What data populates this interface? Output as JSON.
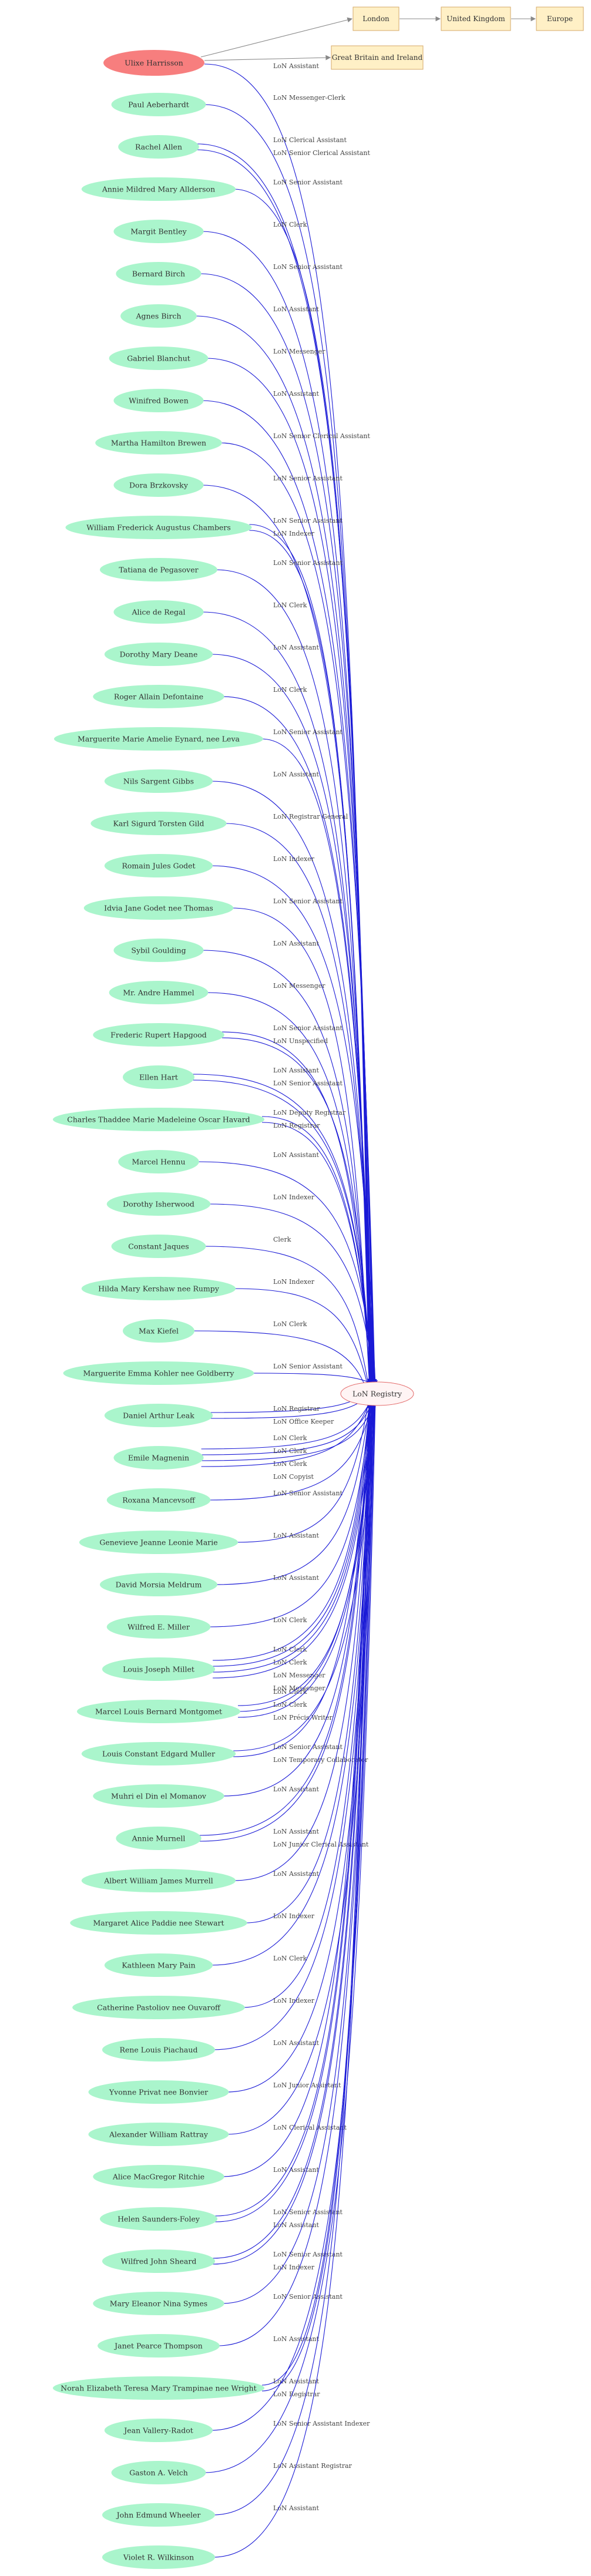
{
  "colors": {
    "person": "#aaf5cc",
    "person_root": "#f77e7e",
    "place_fill": "#fff0c6",
    "place_stroke": "#d4a96a",
    "target_fill": "#fff4f4",
    "target_stroke": "#e36a6a",
    "edge": "#1a1ad6",
    "edge_grey": "#888888"
  },
  "root_person": "Ulixe Harrisson",
  "places": [
    "London",
    "United Kingdom",
    "Europe",
    "Great Britain and Ireland"
  ],
  "target": "LoN Registry",
  "root_edge_label": "LoN Assistant",
  "people": [
    {
      "name": "Paul Aeberhardt",
      "roles": [
        "LoN Messenger-Clerk"
      ]
    },
    {
      "name": "Rachel Allen",
      "roles": [
        "LoN Clerical Assistant",
        "LoN Senior Clerical Assistant"
      ]
    },
    {
      "name": "Annie Mildred Mary Allderson",
      "roles": [
        "LoN Senior Assistant"
      ]
    },
    {
      "name": "Margit Bentley",
      "roles": [
        "LoN Clerk"
      ]
    },
    {
      "name": "Bernard Birch",
      "roles": [
        "LoN Senior Assistant"
      ]
    },
    {
      "name": "Agnes Birch",
      "roles": [
        "LoN Assistant"
      ]
    },
    {
      "name": "Gabriel Blanchut",
      "roles": [
        "LoN Messenger"
      ]
    },
    {
      "name": "Winifred Bowen",
      "roles": [
        "LoN Assistant"
      ]
    },
    {
      "name": "Martha Hamilton Brewen",
      "roles": [
        "LoN Senior Clerical Assistant"
      ]
    },
    {
      "name": "Dora Brzkovsky",
      "roles": [
        "LoN Senior Assistant"
      ]
    },
    {
      "name": "William Frederick Augustus Chambers",
      "roles": [
        "LoN Senior Assistant",
        "LoN Indexer"
      ]
    },
    {
      "name": "Tatiana de Pegasover",
      "roles": [
        "LoN Senior Assistant"
      ]
    },
    {
      "name": "Alice de Regal",
      "roles": [
        "LoN Clerk"
      ]
    },
    {
      "name": "Dorothy Mary Deane",
      "roles": [
        "LoN Assistant"
      ]
    },
    {
      "name": "Roger Allain Defontaine",
      "roles": [
        "LoN Clerk"
      ]
    },
    {
      "name": "Marguerite Marie Amelie Eynard, nee Leva",
      "roles": [
        "LoN Senior Assistant"
      ]
    },
    {
      "name": "Nils Sargent Gibbs",
      "roles": [
        "LoN Assistant"
      ]
    },
    {
      "name": "Karl Sigurd Torsten Gild",
      "roles": [
        "LoN Registrar General"
      ]
    },
    {
      "name": "Romain Jules Godet",
      "roles": [
        "LoN Indexer"
      ]
    },
    {
      "name": "Idvia Jane Godet nee Thomas",
      "roles": [
        "LoN Senior Assistant"
      ]
    },
    {
      "name": "Sybil Goulding",
      "roles": [
        "LoN Assistant"
      ]
    },
    {
      "name": "Mr. Andre Hammel",
      "roles": [
        "LoN Messenger"
      ]
    },
    {
      "name": "Frederic Rupert Hapgood",
      "roles": [
        "LoN Senior Assistant",
        "LoN Unspecified"
      ]
    },
    {
      "name": "Ellen Hart",
      "roles": [
        "LoN Assistant",
        "LoN Senior Assistant"
      ]
    },
    {
      "name": "Charles Thaddee Marie Madeleine Oscar Havard",
      "roles": [
        "LoN Deputy Registrar",
        "LoN Registrar"
      ]
    },
    {
      "name": "Marcel Hennu",
      "roles": [
        "LoN Assistant"
      ]
    },
    {
      "name": "Dorothy Isherwood",
      "roles": [
        "LoN Indexer"
      ]
    },
    {
      "name": "Constant Jaques",
      "roles": [
        "Clerk"
      ]
    },
    {
      "name": "Hilda Mary Kershaw nee Rumpy",
      "roles": [
        "LoN Indexer"
      ]
    },
    {
      "name": "Max Kiefel",
      "roles": [
        "LoN Clerk"
      ]
    },
    {
      "name": "Marguerite Emma Kohler nee Goldberry",
      "roles": [
        "LoN Senior Assistant"
      ]
    },
    {
      "name": "Daniel Arthur Leak",
      "roles": [
        "LoN Registrar",
        "LoN Office Keeper"
      ]
    },
    {
      "name": "Emile Magnenin",
      "roles": [
        "LoN Clerk",
        "LoN Clerk",
        "LoN Clerk",
        "LoN Copyist"
      ]
    },
    {
      "name": "Roxana Mancevsoff",
      "roles": [
        "LoN Senior Assistant"
      ]
    },
    {
      "name": "Genevieve Jeanne Leonie Marie",
      "roles": [
        "LoN Assistant"
      ]
    },
    {
      "name": "David Morsia Meldrum",
      "roles": [
        "LoN Assistant"
      ]
    },
    {
      "name": "Wilfred E. Miller",
      "roles": [
        "LoN Clerk"
      ]
    },
    {
      "name": "Louis Joseph Millet",
      "roles": [
        "LoN Clerk",
        "LoN Clerk",
        "LoN Messenger",
        "LoN Messenger"
      ]
    },
    {
      "name": "Marcel Louis Bernard Montgomet",
      "roles": [
        "LoN Clerk",
        "LoN Clerk",
        "LoN Précis Writer"
      ]
    },
    {
      "name": "Louis Constant Edgard Muller",
      "roles": [
        "LoN Senior Assistant",
        "LoN Temporary Collaborator"
      ]
    },
    {
      "name": "Muhri el Din el Momanov",
      "roles": [
        "LoN Assistant"
      ]
    },
    {
      "name": "Annie Murnell",
      "roles": [
        "LoN Assistant",
        "LoN Junior Clerical Assistant"
      ]
    },
    {
      "name": "Albert William James Murrell",
      "roles": [
        "LoN Assistant"
      ]
    },
    {
      "name": "Margaret Alice Paddie nee Stewart",
      "roles": [
        "LoN Indexer"
      ]
    },
    {
      "name": "Kathleen Mary Pain",
      "roles": [
        "LoN Clerk"
      ]
    },
    {
      "name": "Catherine Pastoliov nee Ouvaroff",
      "roles": [
        "LoN Indexer"
      ]
    },
    {
      "name": "Rene Louis Piachaud",
      "roles": [
        "LoN Assistant"
      ]
    },
    {
      "name": "Yvonne Privat nee Bonvier",
      "roles": [
        "LoN Junior Assistant"
      ]
    },
    {
      "name": "Alexander William Rattray",
      "roles": [
        "LoN Clerical Assistant"
      ]
    },
    {
      "name": "Alice MacGregor Ritchie",
      "roles": [
        "LoN Assistant"
      ]
    },
    {
      "name": "Helen Saunders-Foley",
      "roles": [
        "LoN Senior Assistant",
        "LoN Assistant"
      ]
    },
    {
      "name": "Wilfred John Sheard",
      "roles": [
        "LoN Senior Assistant",
        "LoN Indexer"
      ]
    },
    {
      "name": "Mary Eleanor Nina Symes",
      "roles": [
        "LoN Senior Assistant"
      ]
    },
    {
      "name": "Janet Pearce Thompson",
      "roles": [
        "LoN Assistant"
      ]
    },
    {
      "name": "Norah Elizabeth Teresa Mary Trampinae nee Wright",
      "roles": [
        "LoN Assistant",
        "LoN Registrar"
      ]
    },
    {
      "name": "Jean Vallery-Radot",
      "roles": [
        "LoN Senior Assistant Indexer"
      ]
    },
    {
      "name": "Gaston A. Velch",
      "roles": [
        "LoN Assistant Registrar"
      ]
    },
    {
      "name": "John Edmund Wheeler",
      "roles": [
        "LoN Assistant"
      ]
    },
    {
      "name": "Violet R. Wilkinson",
      "roles": []
    }
  ]
}
